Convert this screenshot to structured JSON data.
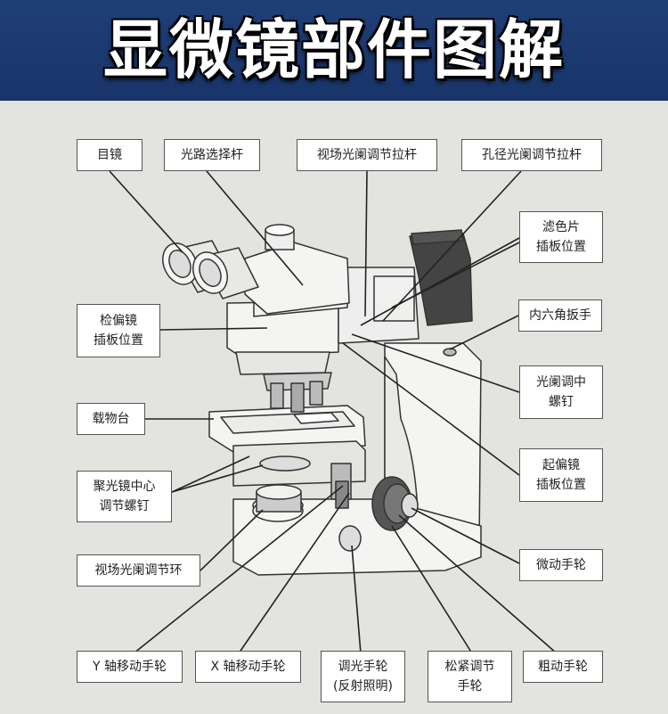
{
  "title": "显微镜部件图解",
  "labels": {
    "eyepiece": "目镜",
    "light_path_lever": "光路选择杆",
    "field_diaphragm_lever": "视场光阑调节拉杆",
    "aperture_diaphragm_lever": "孔径光阑调节拉杆",
    "filter_slot": "滤色片\n插板位置",
    "analyzer_slot": "检偏镜\n插板位置",
    "hex_wrench": "内六角扳手",
    "diaphragm_centering_screw": "光阑调中\n螺钉",
    "stage": "载物台",
    "polarizer_slot": "起偏镜\n插板位置",
    "condenser_centering_screw": "聚光镜中心\n调节螺钉",
    "field_diaphragm_ring": "视场光阑调节环",
    "fine_focus_knob": "微动手轮",
    "y_axis_knob": "Y 轴移动手轮",
    "x_axis_knob": "X 轴移动手轮",
    "light_adjust_knob": "调光手轮\n(反射照明)",
    "tension_knob": "松紧调节\n手轮",
    "coarse_focus_knob": "粗动手轮"
  }
}
